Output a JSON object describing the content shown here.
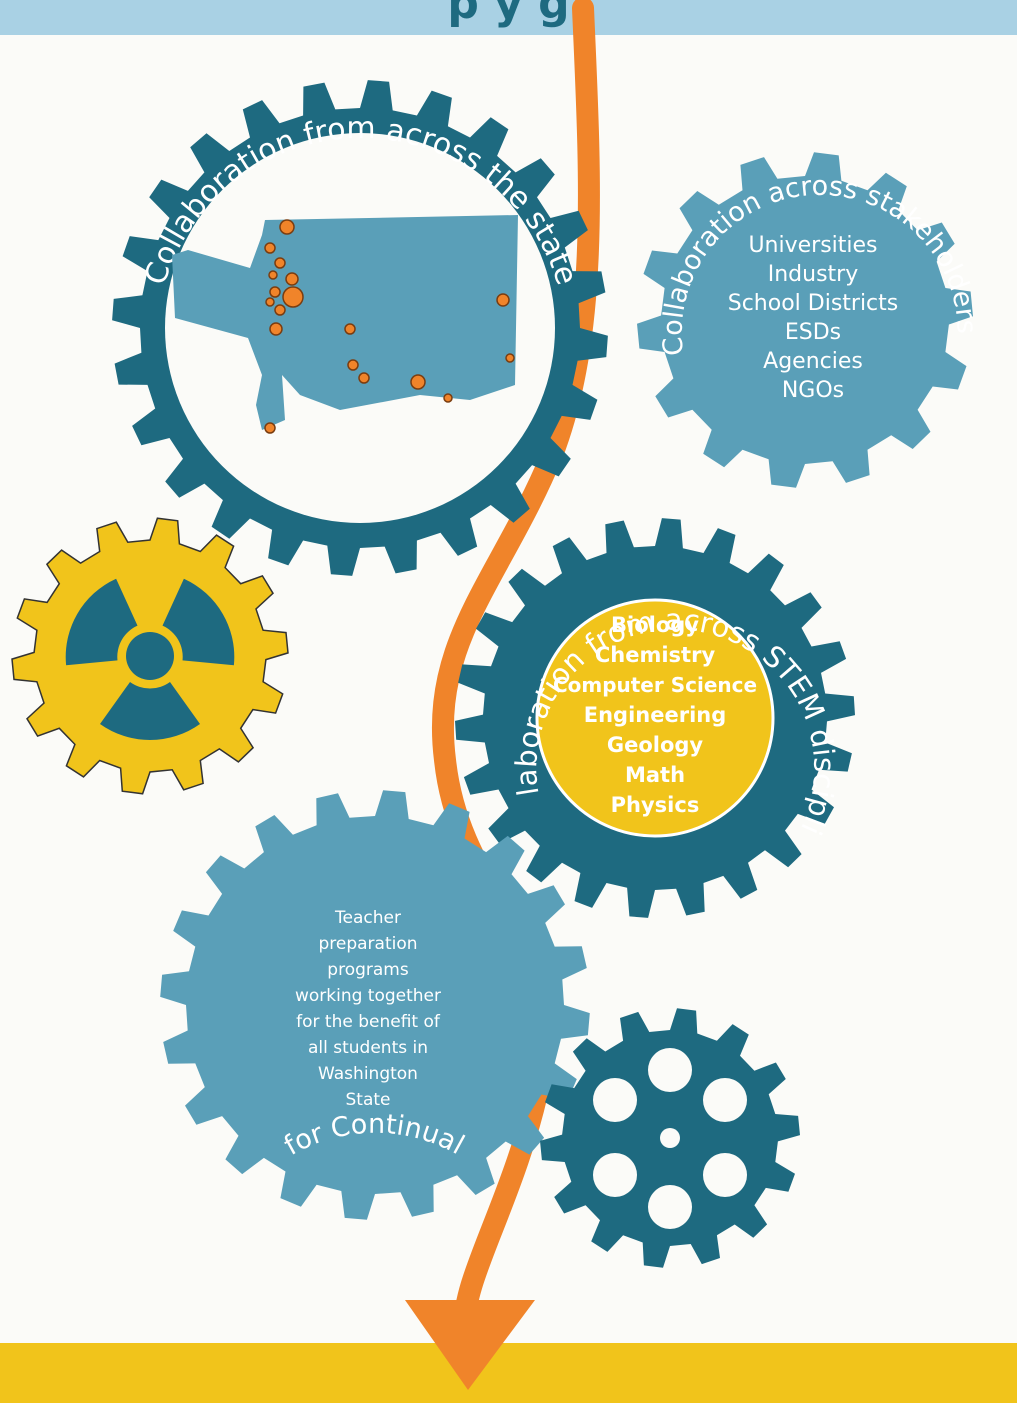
{
  "header": {
    "partial_title": "p                y               g"
  },
  "colors": {
    "teal_dark": "#1e6a80",
    "teal_light": "#5a9fb8",
    "yellow": "#f1c41b",
    "orange": "#f0842a",
    "header_band": "#a9d1e4",
    "background": "#fbfbf8"
  },
  "gears": {
    "state": {
      "arc_label": "Collaboration from across the state"
    },
    "stakeholders": {
      "arc_label": "Collaboration across stakeholders",
      "items": [
        "Universities",
        "Industry",
        "School Districts",
        "ESDs",
        "Agencies",
        "NGOs"
      ]
    },
    "stem": {
      "arc_label": "Collaboration from across STEM disciplines",
      "items": [
        "Biology",
        "Chemistry",
        "Computer Science",
        "Engineering",
        "Geology",
        "Math",
        "Physics"
      ]
    },
    "improvement": {
      "arc_label": "Collaboration for Continual Improvement",
      "lines": [
        "Teacher",
        "preparation",
        "programs",
        "working together",
        "for the benefit of",
        "all students in",
        "Washington",
        "State"
      ]
    }
  }
}
